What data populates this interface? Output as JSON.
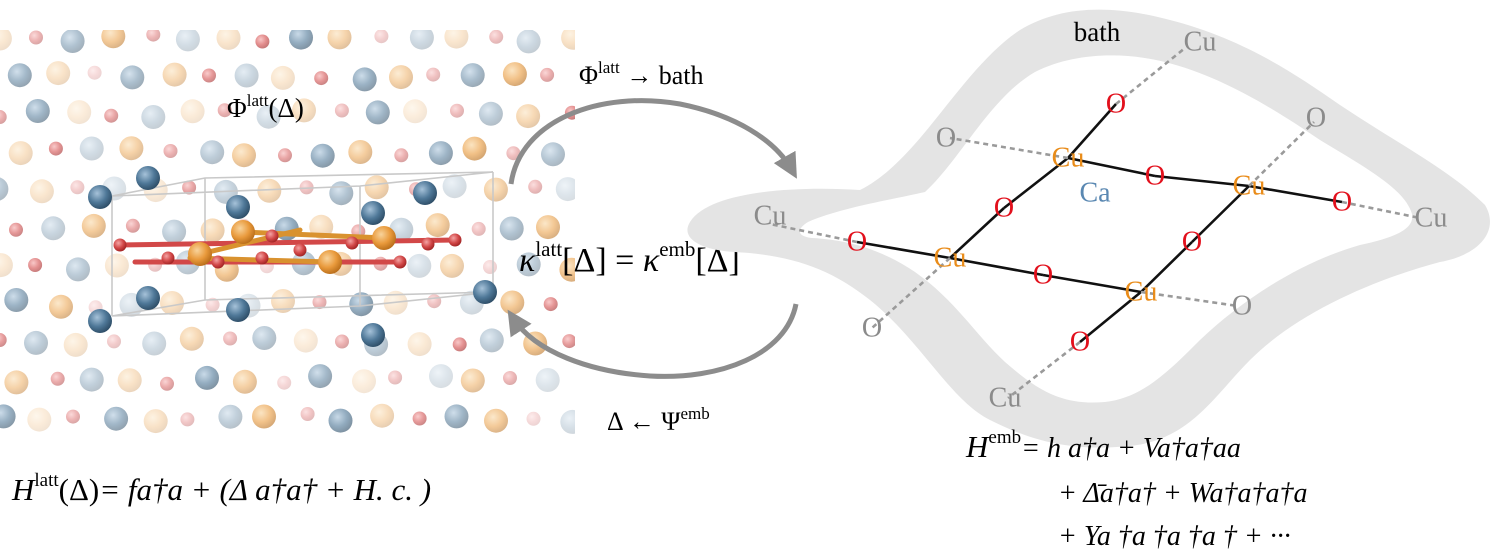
{
  "colors": {
    "copper": "#e98c1a",
    "oxygen": "#e2101c",
    "calcium": "#5a88b2",
    "gray_label": "#8b8b8b",
    "bath_band": "#e4e4e4",
    "arrow": "#8c8c8c",
    "bond_black": "#111111",
    "bond_dash": "#9a9a9a"
  },
  "crystal": {
    "phi_label": {
      "sym": "Φ",
      "sup": "latt",
      "arg": "(Δ)"
    }
  },
  "arrows": {
    "top_label": {
      "sym": "Φ",
      "sup": "latt",
      "rest": " → bath"
    },
    "bottom_label": {
      "pre": "Δ ← Ψ",
      "sup": "emb"
    }
  },
  "center_equation": {
    "lhs": "κ",
    "lhs_sup": "latt",
    "lhs_arg": "[Δ]",
    "eq": " = ",
    "rhs": "κ",
    "rhs_sup": "emb",
    "rhs_arg": "[Δ]"
  },
  "cluster": {
    "bath_label": "bath",
    "copper_label": "Cu",
    "oxygen_label": "O",
    "calcium_label": "Ca",
    "outer_copper_label": "Cu",
    "outer_oxygen_label": "O"
  },
  "hamiltonians": {
    "lattice": {
      "H": "H",
      "sup": "latt",
      "arg": "(Δ)",
      "rhs": "= fa†a + (Δ a†a† + H. c. )"
    },
    "embedding": {
      "H": "H",
      "sup": "emb",
      "line1": "= h a†a + Va†a†aa",
      "line2": "+ Δ̄a†a† + Wa†a†a†a",
      "line3": "+ Ya †a †a †a † + ···"
    }
  }
}
